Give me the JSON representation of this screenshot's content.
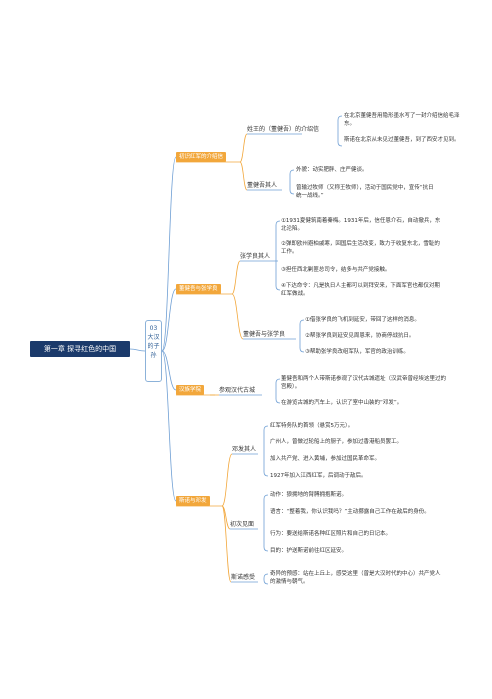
{
  "root": {
    "label": "第一章 探寻红色的中国"
  },
  "center": {
    "label": "03 大汉的子孙"
  },
  "branches": [
    {
      "label": "初识红军的介绍信",
      "children": [
        {
          "label": "姓王的（董健吾）的介绍信",
          "leaves": [
            "在北京董健吾用隐形墨水写了一封介绍信给毛泽东。",
            "斯诺在北京从未见过董健吾，到了西安才见到。"
          ]
        },
        {
          "label": "董健吾其人",
          "leaves": [
            "外貌：动实肥胖、庄严健谈。",
            "曾输过牧师（又称王牧师），活动于国民党中，宣传“抗日统一战线。”"
          ]
        }
      ]
    },
    {
      "label": "董健吾与张学良",
      "children": [
        {
          "label": "张学良其人",
          "leaves": [
            "①1931夏健筑南着秦梅。1931年后，信任恩介石，自动撤兵，东北沦陷。",
            "②弹即欧州避柏戚寒，回国后生活改变，致力于收复东北，雪耻的工作。",
            "③担任西北剿匪总司令，结多与共产党接触。",
            "④下达命令：凡是执日人主都可以到拜安来，下面军官也都仅对期红军做战。"
          ]
        },
        {
          "label": "董健吾与张学良",
          "leaves": [
            "①借张学良的飞机到延安，带回了这样的消息。",
            "②帮张学良到延安见周恩来，协商停战抗日。",
            "③帮助张学良改组军队，军官的政治训练。"
          ]
        }
      ]
    },
    {
      "label": "汉族学院",
      "children": [
        {
          "label": "参观汉代古城",
          "leaves": [
            "董健吾和两个人带斯诺参观了汉代古城遗址（汉武帝曾经埃这里过的宫殿）。",
            "在游览古城的汽车上，认识了室中山装的“邓发”。"
          ]
        }
      ]
    },
    {
      "label": "斯诺与邓发",
      "children": [
        {
          "label": "邓发其人",
          "leaves": [
            "红军特务队的首领（悬赏5万元）。",
            "广州人，曾做过轮船上的厨子，参加过香港船员罢工。",
            "加入共产党、进入黄埔，参加过国民革命军。",
            "1927年加入江西红军，后调动于敌后。"
          ]
        },
        {
          "label": "初次见面",
          "leaves": [
            "动作：狼拥地的臂膊拥抱斯诺。",
            "语言：“整着我，你认识我吗？”主动挪露自己工作在敌后的身份。",
            "行为：要送给斯诺各种红区照片和自己的日记本。",
            "目的：护送斯诺前往红区延安。"
          ]
        },
        {
          "label": "斯诺感受",
          "leaves": [
            "奇异的预感：站在上丘上，感受这里（曾是大汉时代的中心）共产党人的激情与朝气。"
          ]
        }
      ]
    }
  ],
  "colors": {
    "root": "#1b3a6b",
    "branch": "#f2a73b",
    "line_blue": "#6f9fd4",
    "line_orange": "#f2a73b"
  }
}
